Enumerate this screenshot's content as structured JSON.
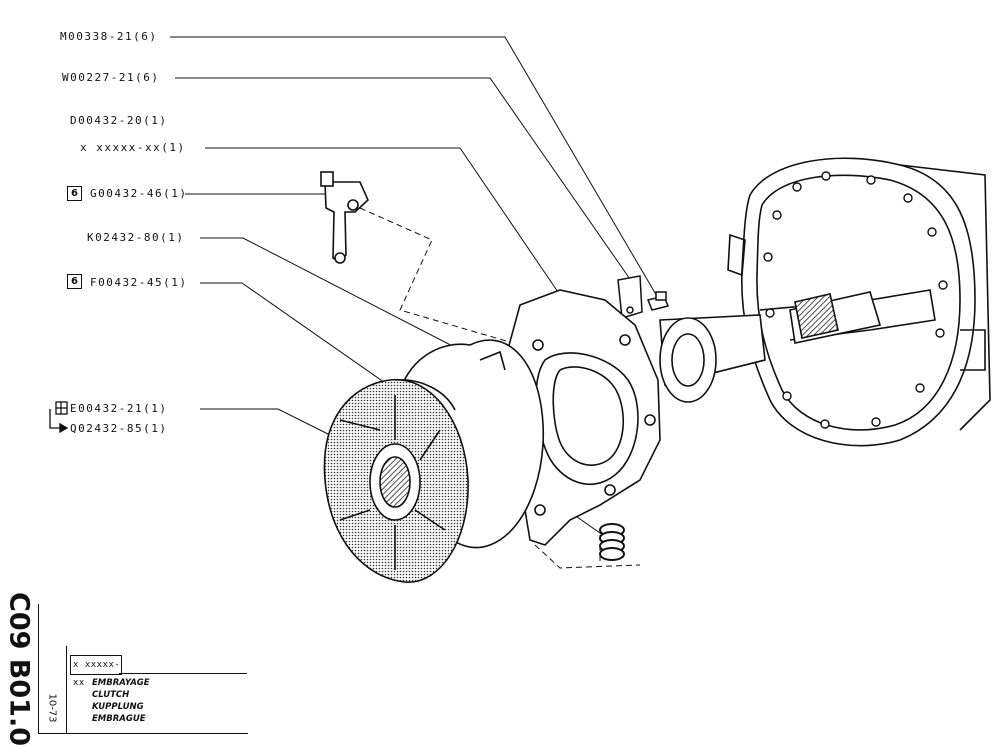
{
  "labels": {
    "m00338": "M00338-21(6)",
    "w00227": "W00227-21(6)",
    "d00432": "D00432-20(1)",
    "xxxxx": "x xxxxx-xx(1)",
    "g00432": "G00432-46(1)",
    "k02432": "K02432-80(1)",
    "f00432": "F00432-45(1)",
    "e00432": "E00432-21(1)",
    "q02432": "Q02432-85(1)"
  },
  "box_numbers": {
    "g": "6",
    "f": "6"
  },
  "title_block": {
    "code": "C09 B01.0",
    "date": "10-73",
    "ref": "x xxxxx-xx",
    "languages": [
      "EMBRAYAGE",
      "CLUTCH",
      "KUPPLUNG",
      "EMBRAGUE"
    ]
  },
  "icons": [
    "kit-symbol-icon",
    "arrow-right-icon"
  ],
  "colors": {
    "ink": "#111111",
    "paper": "#ffffff"
  }
}
